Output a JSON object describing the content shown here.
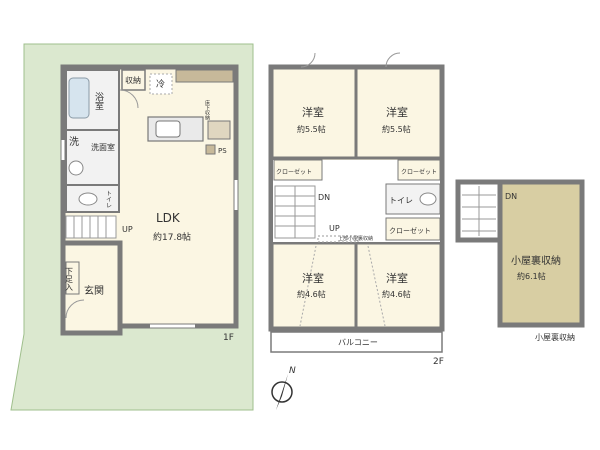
{
  "floor1": {
    "floor_label": "1F",
    "bath": "浴室",
    "storage": "収納",
    "fridge": "冷",
    "floor_storage": "床下収納",
    "sink": "洗",
    "washroom": "洗面室",
    "toilet": "トイレ",
    "up": "UP",
    "ldk_name": "LDK",
    "ldk_area": "約17.8帖",
    "ps": "PS",
    "shoe_storage": "下足入",
    "entrance": "玄関"
  },
  "floor2": {
    "floor_label": "2F",
    "room_nw_name": "洋室",
    "room_nw_area": "約5.5帖",
    "room_ne_name": "洋室",
    "room_ne_area": "約5.5帖",
    "room_sw_name": "洋室",
    "room_sw_area": "約4.6帖",
    "room_se_name": "洋室",
    "room_se_area": "約4.6帖",
    "closet_left": "クローゼット",
    "closet_right": "クローゼット",
    "closet_center": "クローゼット",
    "toilet": "トイレ",
    "dn": "DN",
    "up": "UP",
    "attic_note": "上部小屋裏収納",
    "balcony": "バルコニー"
  },
  "attic": {
    "dn": "DN",
    "name": "小屋裏収納",
    "area": "約6.1帖",
    "floor_label": "小屋裏収納"
  },
  "compass": {
    "north": "N"
  },
  "colors": {
    "lot_green": "#dbe8cf",
    "lot_border": "#9fbf8c",
    "floor_fill": "#fbf6e3",
    "wall": "#7a7a7a",
    "attic_fill": "#d8cea3",
    "wet_fill": "#f2f2f2"
  }
}
